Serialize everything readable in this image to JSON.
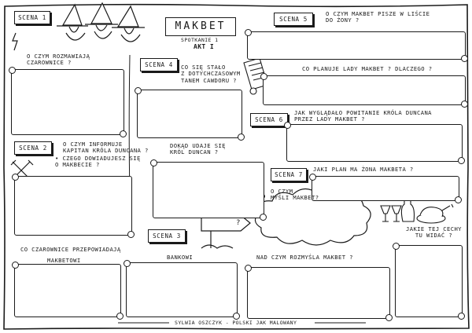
{
  "title": "MAKBET",
  "subtitle_meeting": "SPOTKANIE 1",
  "act": "AKT I",
  "footer": "SYLWIA OSZCZYK - POLSKI JAK MALOWANY",
  "scenes": {
    "s1": "SCENA 1",
    "s2": "SCENA 2",
    "s3": "SCENA 3",
    "s4": "SCENA 4",
    "s5": "SCENA 5",
    "s6": "SCENA 6",
    "s7": "SCENA 7"
  },
  "questions": {
    "q1": "O CZYM ROZMAWIAJĄ\nCZAROWNICE ?",
    "q2": "O CZYM INFORMUJE\nKAPITAN KRÓLA DUNCANA ?",
    "q2b": "• CZEGO DOWIADUJESZ SIĘ\nO MAKBECIE ?",
    "q3": "CO CZAROWNICE PRZEPOWIADAJĄ",
    "q3_makbet": "MAKBETOWI",
    "q3_banko": "BANKOWI",
    "q4": "CO SIĘ STAŁO\nZ DOTYCHCZASOWYM\nTANEM CAWDORU ?",
    "q4b": "DOKĄD UDAJE SIĘ\nKRÓL DUNCAN ?",
    "q5": "O CZYM MAKBET PISZE W LIŚCIE\nDO ŻONY ?",
    "q5b": "CO PLANUJE LADY MAKBET ?   DLACZEGO ?",
    "q6": "JAK WYGLĄDAŁO POWITANIE KRÓLA DUNCANA\nPRZEZ LADY MAKBET ?",
    "q7": "JAKI PLAN MA ŻONA MAKBETA ?",
    "q7b": "O CZYM\nMYŚLI MAKBET?",
    "q7c": "JAKIE TEJ CECHY\nTU WIDAĆ ?",
    "q8": "NAD CZYM ROZMYŚLA MAKBET ?"
  },
  "signpost": "?"
}
